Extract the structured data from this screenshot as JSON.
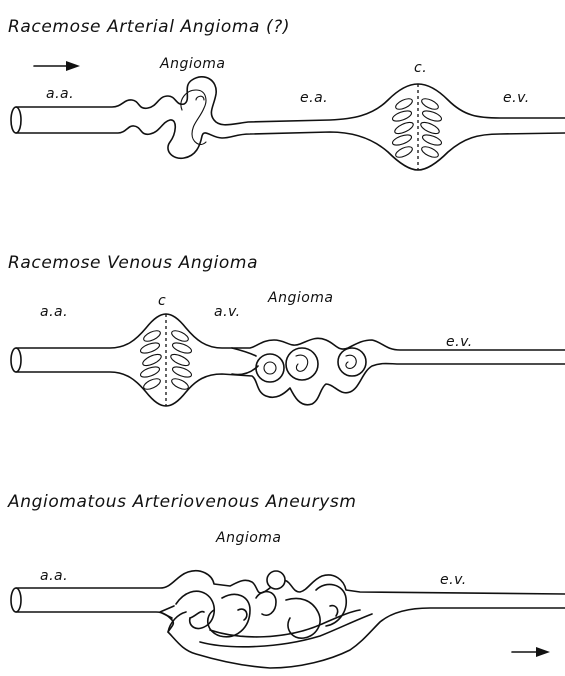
{
  "panels": [
    {
      "title": "Racemose Arterial Angioma (?)",
      "labels": {
        "aa": "a.a.",
        "angioma": "Angioma",
        "ea": "e.a.",
        "c": "c.",
        "ev": "e.v."
      }
    },
    {
      "title": "Racemose Venous Angioma",
      "labels": {
        "aa": "a.a.",
        "c": "c",
        "av": "a.v.",
        "angioma": "Angioma",
        "ev": "e.v."
      }
    },
    {
      "title": "Angiomatous Arteriovenous Aneurysm",
      "labels": {
        "aa": "a.a.",
        "angioma": "Angioma",
        "ev": "e.v."
      }
    }
  ],
  "icons": [
    "flow-arrow-icon",
    "flow-arrow-icon"
  ]
}
